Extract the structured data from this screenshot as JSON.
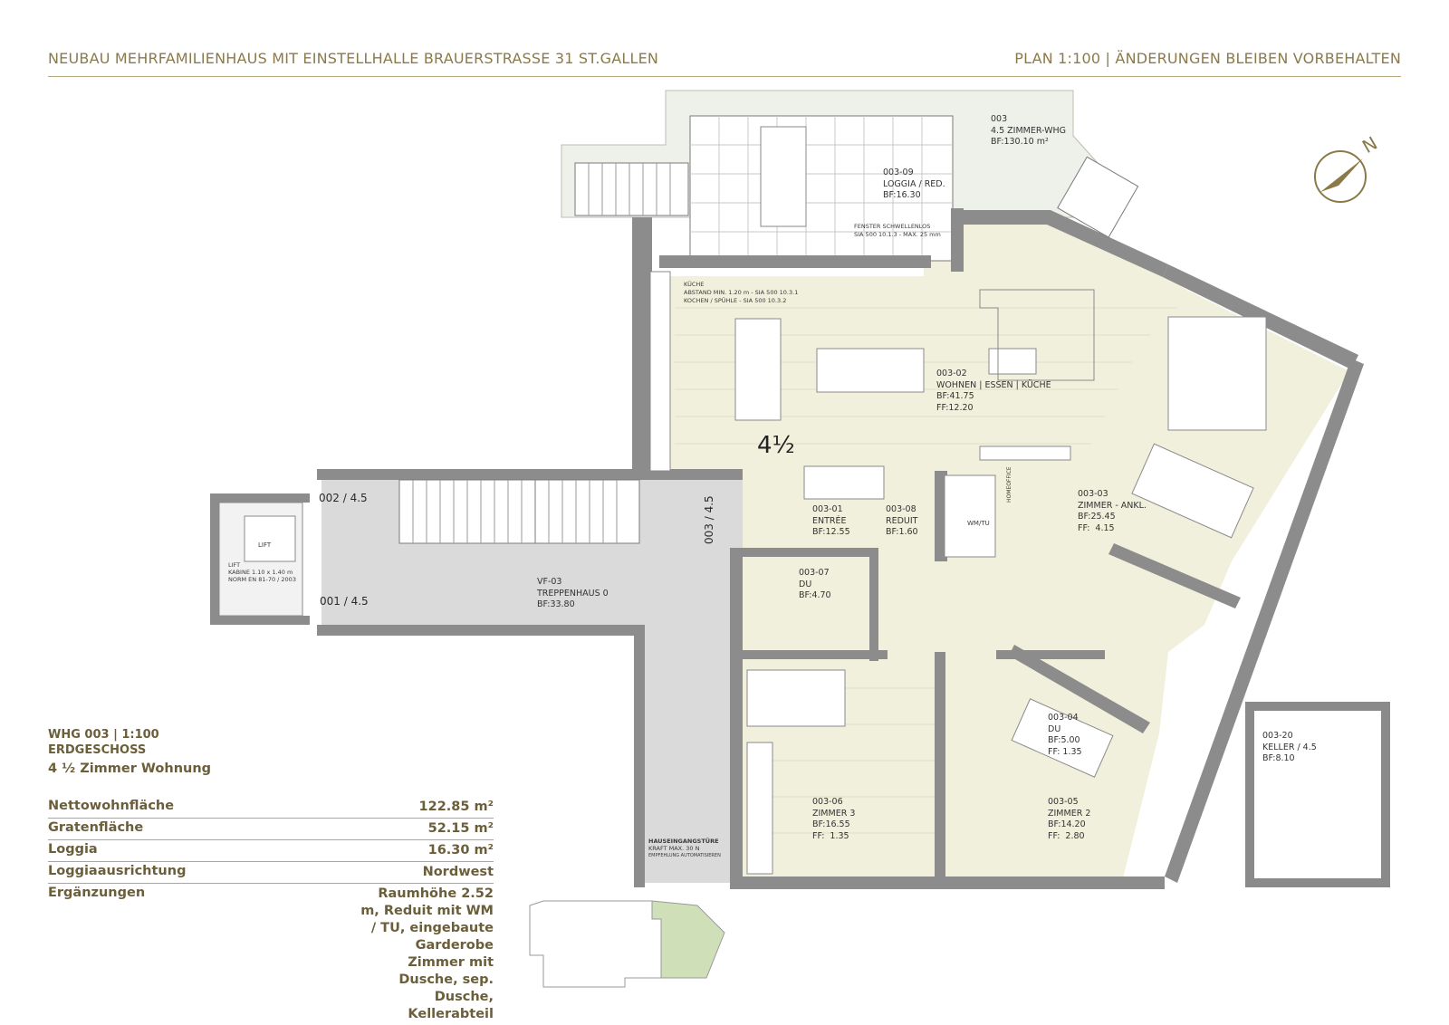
{
  "header": {
    "left_title": "NEUBAU MEHRFAMILIENHAUS MIT EINSTELLHALLE BRAUERSTRASSE 31 ST.GALLEN",
    "right_title": "PLAN 1:100 | ÄNDERUNGEN BLEIBEN VORBEHALTEN"
  },
  "compass": {
    "label": "N"
  },
  "plan": {
    "apartment_marker": "4½",
    "rooms": [
      {
        "id": "003-09",
        "lines": [
          "003-09",
          "LOGGIA / RED.",
          "BF:16.30"
        ]
      },
      {
        "id": "003-02",
        "lines": [
          "003-02",
          "WOHNEN | ESSEN | KÜCHE",
          "BF:41.75",
          "FF:12.20"
        ]
      },
      {
        "id": "003-03",
        "lines": [
          "003-03",
          "ZIMMER - ANKL.",
          "BF:25.45",
          "FF:  4.15"
        ]
      },
      {
        "id": "003-01",
        "lines": [
          "003-01",
          "ENTRÉE",
          "BF:12.55"
        ]
      },
      {
        "id": "003-08",
        "lines": [
          "003-08",
          "REDUIT",
          "BF:1.60"
        ]
      },
      {
        "id": "003-07",
        "lines": [
          "003-07",
          "DU",
          "BF:4.70"
        ]
      },
      {
        "id": "VF-03",
        "lines": [
          "VF-03",
          "TREPPENHAUS 0",
          "BF:33.80"
        ]
      },
      {
        "id": "003-06",
        "lines": [
          "003-06",
          "ZIMMER 3",
          "BF:16.55",
          "FF:  1.35"
        ]
      },
      {
        "id": "003-05",
        "lines": [
          "003-05",
          "ZIMMER 2",
          "BF:14.20",
          "FF:  2.80"
        ]
      },
      {
        "id": "003-04",
        "lines": [
          "003-04",
          "DU",
          "BF:5.00",
          "FF: 1.35"
        ]
      },
      {
        "id": "003-20",
        "lines": [
          "003-20",
          "KELLER / 4.5",
          "BF:8.10"
        ]
      },
      {
        "id": "003-top",
        "lines": [
          "003",
          "4.5 ZIMMER-WHG",
          "BF:130.10 m²"
        ]
      }
    ],
    "notes": {
      "kitchen": [
        "KÜCHE",
        "ABSTAND MIN. 1.20 m - SIA 500 10.3.1",
        "KOCHEN / SPÜHLE - SIA 500 10.3.2"
      ],
      "window": [
        "FENSTER SCHWELLENLOS",
        "SIA 500 10.1.3 - MAX. 25 mm"
      ],
      "entrance": [
        "HAUSEINGANGSTÜRE",
        "KRAFT MAX. 30 N",
        "EMPFEHLUNG AUTOMATISIEREN"
      ],
      "lift": [
        "LIFT",
        "KABINE 1.10 x 1.40 m",
        "NORM EN 81-70 / 2003"
      ],
      "lift_cabin": "LIFT",
      "wm_tu": "WM/TU",
      "homeoffice": "HOMEOFFICE"
    },
    "unit_tags": {
      "u002": "002 / 4.5",
      "u001": "001 / 4.5",
      "u003": "003 / 4.5"
    }
  },
  "info": {
    "title_line1": "WHG 003 | 1:100",
    "title_line2": "ERDGESCHOSS",
    "subtitle": "4 ½ Zimmer Wohnung",
    "rows": [
      {
        "label": "Nettowohnfläche",
        "value": "122.85 m²"
      },
      {
        "label": "Gratenfläche",
        "value": "52.15 m²"
      },
      {
        "label": "Loggia",
        "value": "16.30 m²"
      },
      {
        "label": "Loggiaausrichtung",
        "value": "Nordwest"
      },
      {
        "label": "Ergänzungen",
        "value": "Raumhöhe 2.52 m, Reduit mit WM / TU, eingebaute Garderobe Zimmer mit Dusche, sep. Dusche, Kellerabteil"
      }
    ]
  },
  "colors": {
    "accent": "#8a7a4a",
    "wall": "#8c8c8c",
    "apartment_floor": "#f1f0dc",
    "stair_floor": "#d9d9d9",
    "site_highlight": "#cfdfb8"
  }
}
